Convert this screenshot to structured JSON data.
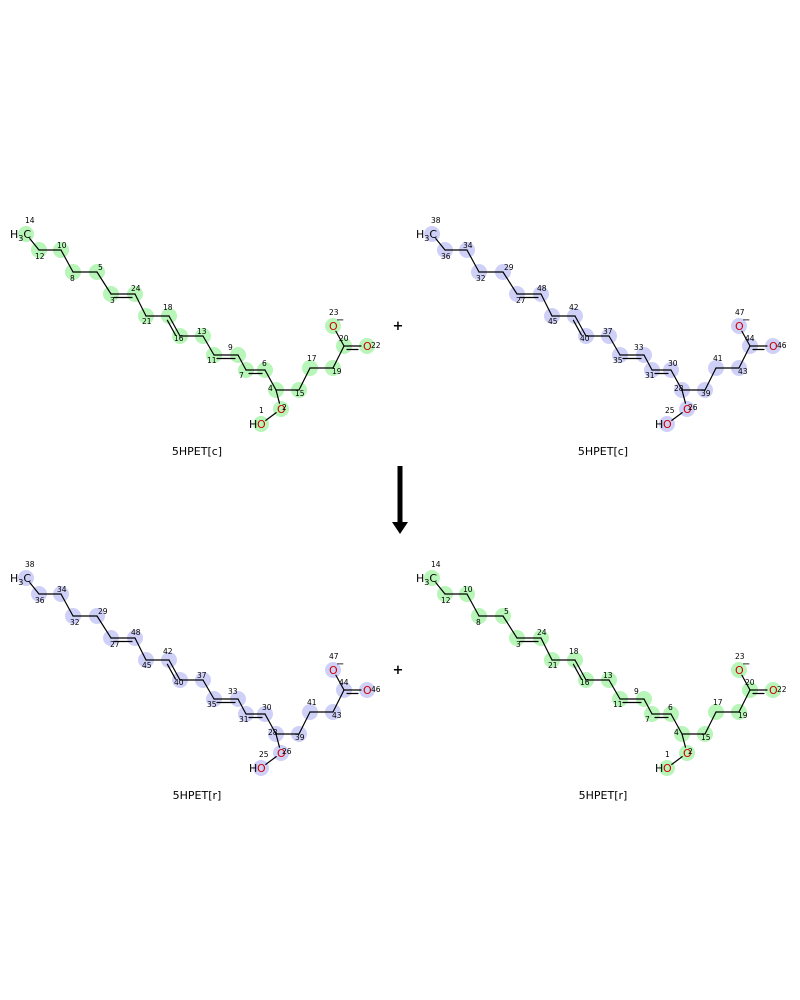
{
  "colors": {
    "set_a_highlight": "#b8f5b8",
    "set_b_highlight": "#cfd0f7",
    "oxygen": "#cc0000",
    "oxygen_ring_a": "#7aaa00",
    "bond": "#000000"
  },
  "plus_sign": "+",
  "arrow_icon": "down-arrow-icon",
  "molecules": [
    {
      "name": "5HPET[c]",
      "set": "a",
      "numbering": "first"
    },
    {
      "name": "5HPET[c]",
      "set": "b",
      "numbering": "second"
    },
    {
      "name": "5HPET[r]",
      "set": "b",
      "numbering": "second"
    },
    {
      "name": "5HPET[r]",
      "set": "a",
      "numbering": "first"
    }
  ],
  "atom_labels": {
    "methyl": "H",
    "methyl_sub": "3",
    "methyl_c": "C",
    "oxygen": "O",
    "hydroxyl_h": "H",
    "charge": "−"
  },
  "numbering": {
    "first": {
      "methyl": "14",
      "c12": "12",
      "c10": "10",
      "c8": "8",
      "c5": "5",
      "c3": "3",
      "c24": "24",
      "c21": "21",
      "c18": "18",
      "c16": "16",
      "c13": "13",
      "c11": "11",
      "c9": "9",
      "c7": "7",
      "c6": "6",
      "c4": "4",
      "c15": "15",
      "c17": "17",
      "c19": "19",
      "c20": "20",
      "o22": "22",
      "o23": "23",
      "o2": "2",
      "o1": "1"
    },
    "second": {
      "methyl": "38",
      "c12": "36",
      "c10": "34",
      "c8": "32",
      "c5": "29",
      "c3": "27",
      "c24": "48",
      "c21": "45",
      "c18": "42",
      "c16": "40",
      "c13": "37",
      "c11": "35",
      "c9": "33",
      "c7": "31",
      "c6": "30",
      "c4": "28",
      "c15": "39",
      "c17": "41",
      "c19": "43",
      "c20": "44",
      "o22": "46",
      "o23": "47",
      "o2": "26",
      "o1": "25"
    }
  }
}
